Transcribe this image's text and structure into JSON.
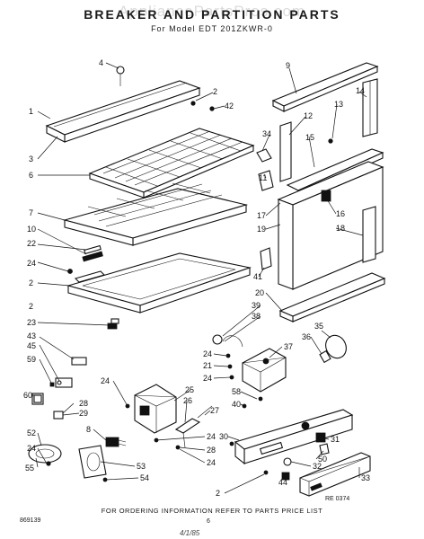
{
  "header": {
    "title": "BREAKER AND PARTITION PARTS",
    "subtitle": "For Model EDT 201ZKWR-0",
    "watermark": "AppliancePartsPros.com"
  },
  "callouts": [
    "1",
    "2",
    "3",
    "4",
    "6",
    "7",
    "10",
    "22",
    "24",
    "2",
    "23",
    "43",
    "45",
    "59",
    "60",
    "52",
    "24",
    "55",
    "2",
    "42",
    "9",
    "14",
    "13",
    "12",
    "15",
    "34",
    "11",
    "17",
    "19",
    "16",
    "18",
    "41",
    "20",
    "39",
    "38",
    "24",
    "21",
    "24",
    "37",
    "35",
    "36",
    "25",
    "58",
    "40",
    "27",
    "26",
    "28",
    "24",
    "8",
    "53",
    "54",
    "28",
    "24",
    "30",
    "31",
    "50",
    "32",
    "44",
    "33",
    "2",
    "29",
    "24"
  ],
  "footer": {
    "ordering_note": "FOR ORDERING INFORMATION REFER TO PARTS PRICE LIST",
    "page_number": "6",
    "left_code": "869139",
    "right_code": "RE 0374",
    "scribble": "4/1/85"
  }
}
